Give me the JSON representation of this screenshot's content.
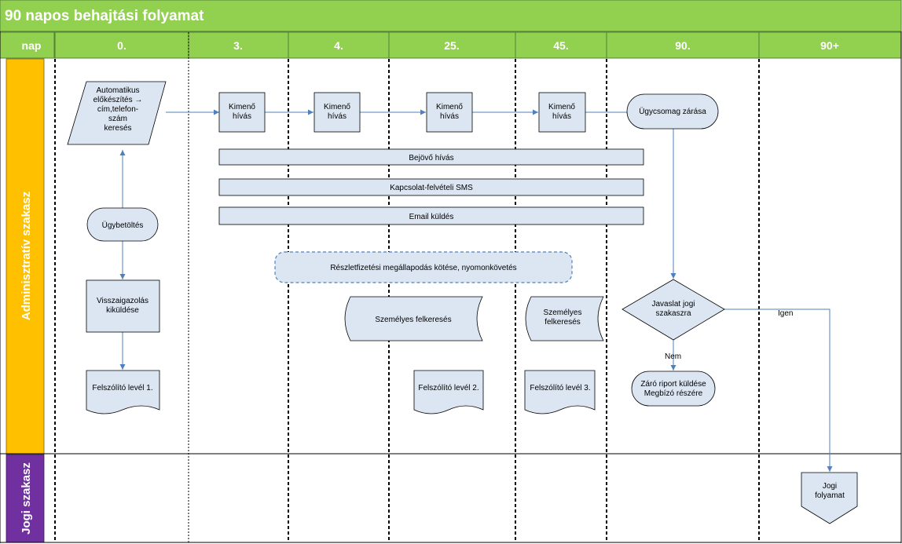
{
  "title": "90 napos behajtási folyamat",
  "header": {
    "corner": "nap",
    "days": [
      "0.",
      "3.",
      "4.",
      "25.",
      "45.",
      "90.",
      "90+"
    ]
  },
  "lanes": {
    "admin": "Adminisztratív szakasz",
    "legal": "Jogi szakasz"
  },
  "colors": {
    "green": "#92d050",
    "green_border": "#538135",
    "orange": "#ffc000",
    "purple": "#7030a0",
    "shape_fill": "#dce6f2",
    "connector": "#4f81bd"
  },
  "nodes": {
    "auto": "Automatikus|előkészítés →|cím,telefon-|szám|keresés",
    "ugybetoltes": "Ügybetöltés",
    "visszaigazolas": "Visszaigazolás|kiküldése",
    "felszolito1": "Felszólító levél 1.",
    "kimeno3": "Kimenő|hívás",
    "kimeno4": "Kimenő|hívás",
    "kimeno25": "Kimenő|hívás",
    "kimeno45": "Kimenő|hívás",
    "bejovo": "Bejövő hívás",
    "sms": "Kapcsolat-felvételi SMS",
    "email": "Email küldés",
    "reszlet": "Részletfizetési megállapodás kötése, nyomonkövetés",
    "szemelyes1": "Személyes felkeresés",
    "szemelyes2": "Személyes|felkeresés",
    "felszolito2": "Felszólító levél 2.",
    "felszolito3": "Felszólító levél 3.",
    "ugycsomag": "Ügycsomag zárása",
    "javaslat": "Javaslat jogi|szakaszra",
    "zaro": "Záró riport küldése|Megbízó részére",
    "jogi": "Jogi|folyamat"
  },
  "edge_labels": {
    "igen": "Igen",
    "nem": "Nem"
  }
}
